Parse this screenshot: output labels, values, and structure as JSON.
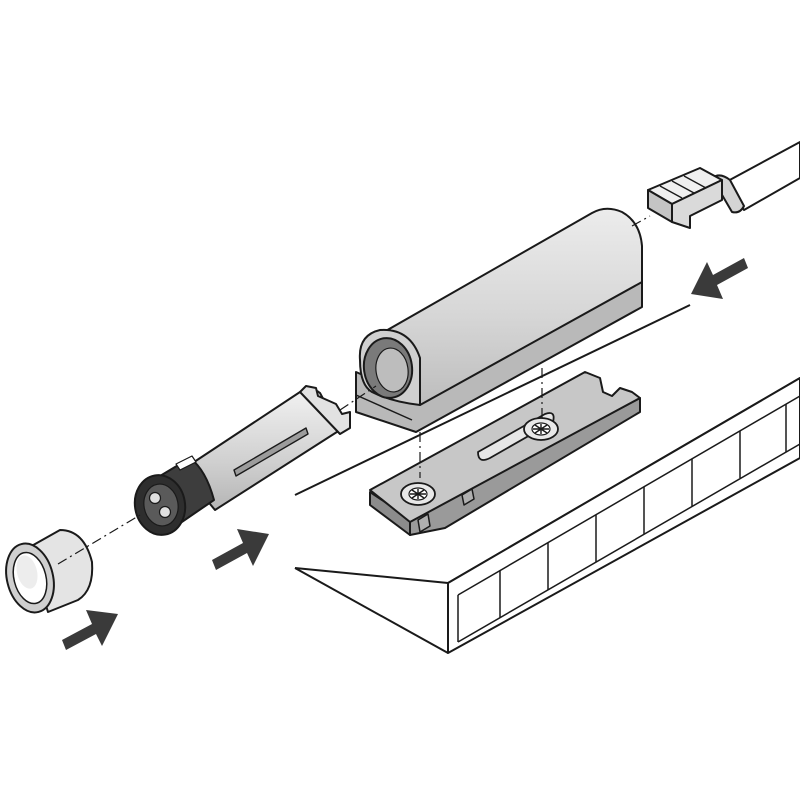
{
  "diagram": {
    "kind": "exploded-assembly-illustration",
    "colors": {
      "stroke": "#1a1a1a",
      "part_fill": "#d9d9d9",
      "part_shade": "#a8a8a8",
      "part_dark": "#555555",
      "arrow_fill": "#3a3a3a",
      "background": "#ffffff"
    },
    "parts": [
      {
        "id": "panel",
        "icon": "cabinet-panel"
      },
      {
        "id": "housing",
        "icon": "cylindrical-housing"
      },
      {
        "id": "mounting-plate",
        "icon": "mounting-plate"
      },
      {
        "id": "cartridge",
        "icon": "cylindrical-cartridge"
      },
      {
        "id": "bush",
        "icon": "sleeve-bush"
      },
      {
        "id": "connector",
        "icon": "cable-connector"
      }
    ],
    "arrows": [
      {
        "id": "arrow-bush",
        "direction": "up-right"
      },
      {
        "id": "arrow-cartridge",
        "direction": "up-right"
      },
      {
        "id": "arrow-connector",
        "direction": "down-left"
      }
    ]
  }
}
